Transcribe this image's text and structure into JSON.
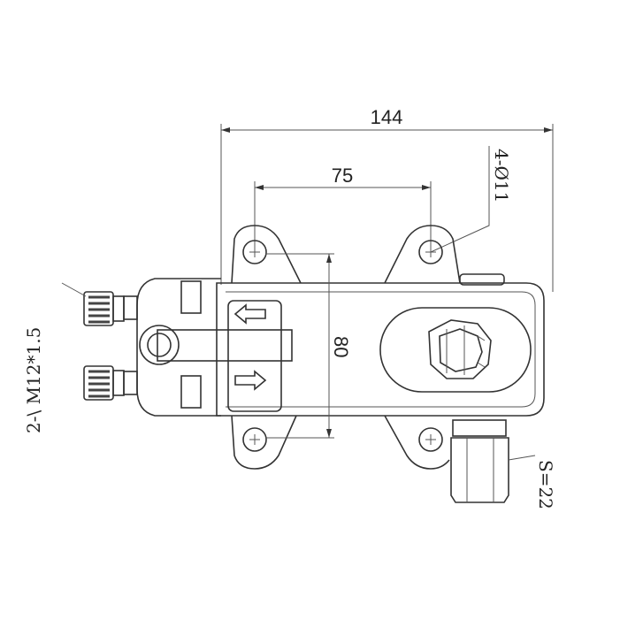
{
  "dimensions": {
    "overall_width": "144",
    "hole_spacing": "75",
    "holes": "4-Ø11",
    "height": "80",
    "terminals": "2-\\ M12*1.5",
    "hex": "S=22"
  }
}
